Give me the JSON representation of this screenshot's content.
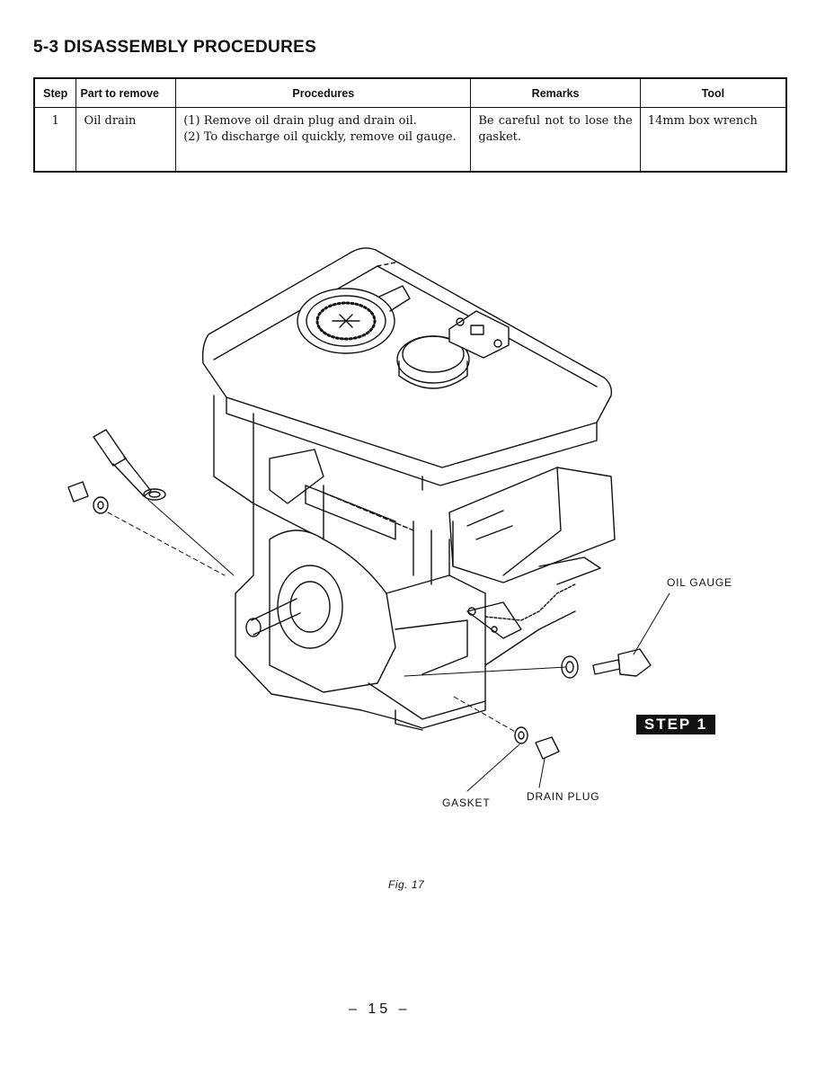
{
  "section_title": "5-3 DISASSEMBLY PROCEDURES",
  "table": {
    "headers": {
      "step": "Step",
      "part": "Part to remove",
      "procedures": "Procedures",
      "remarks": "Remarks",
      "tool": "Tool"
    },
    "rows": [
      {
        "step": "1",
        "part": "Oil drain",
        "procedures": [
          "(1) Remove oil drain plug and drain oil.",
          "(2) To discharge oil quickly, remove oil gauge."
        ],
        "remarks": "Be careful not to lose the gasket.",
        "tool": "14mm box wrench"
      }
    ]
  },
  "figure": {
    "labels": {
      "oil_gauge": "OIL GAUGE",
      "gasket": "GASKET",
      "drain_plug": "DRAIN PLUG"
    },
    "step_badge": "STEP 1",
    "caption": "Fig. 17"
  },
  "page_number": "– 15 –"
}
